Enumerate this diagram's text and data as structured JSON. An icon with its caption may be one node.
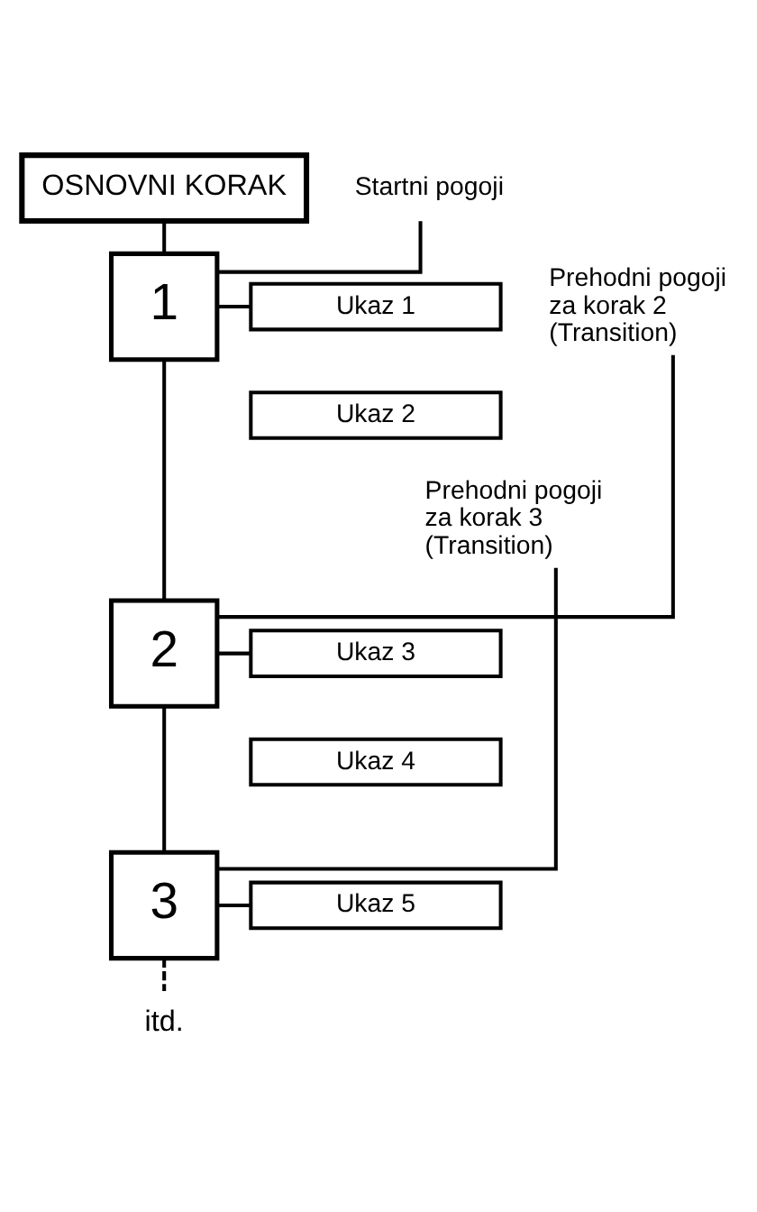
{
  "diagram": {
    "nodes": [
      {
        "text": [
          "OSNOVNI KORAK"
        ]
      },
      {
        "text": [
          "1"
        ]
      },
      {
        "text": [
          "Ukaz 1"
        ]
      },
      {
        "text": [
          "Ukaz 2"
        ]
      },
      {
        "text": [
          "2"
        ]
      },
      {
        "text": [
          "Ukaz 3"
        ]
      },
      {
        "text": [
          "Ukaz 4"
        ]
      },
      {
        "text": [
          "3"
        ]
      },
      {
        "text": [
          "Ukaz 5"
        ]
      },
      {
        "text": [
          "Startni pogoji"
        ]
      },
      {
        "text": [
          "Prehodni pogoji za korak 2 (Transition)"
        ]
      },
      {
        "text": [
          "Prehodni pogoji za korak 3 (Transition)"
        ]
      },
      {
        "text": [
          "itd."
        ]
      }
    ],
    "edges": [
      {
        "from": 0,
        "to": 1,
        "arrow": "none"
      },
      {
        "from": 9,
        "to": 1,
        "arrow": "none"
      },
      {
        "from": 1,
        "to": 2,
        "arrow": "none"
      },
      {
        "from": 1,
        "to": 4,
        "arrow": "none"
      },
      {
        "from": 10,
        "to": 4,
        "arrow": "none"
      },
      {
        "from": 4,
        "to": 5,
        "arrow": "none"
      },
      {
        "from": 4,
        "to": 7,
        "arrow": "none"
      },
      {
        "from": 11,
        "to": 7,
        "arrow": "none"
      },
      {
        "from": 7,
        "to": 8,
        "arrow": "none"
      },
      {
        "from": 7,
        "to": 12,
        "arrow": "none",
        "style": "dashed"
      }
    ]
  }
}
